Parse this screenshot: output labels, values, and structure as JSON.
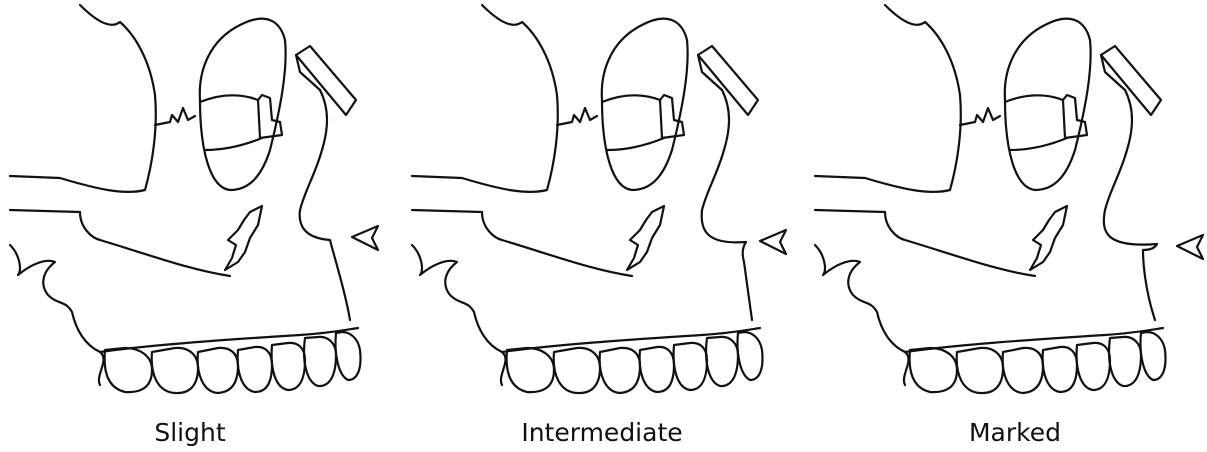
{
  "panels": [
    {
      "label": "Slight"
    },
    {
      "label": "Intermediate"
    },
    {
      "label": "Marked"
    }
  ],
  "colors": {
    "line": "#111111",
    "marker": "#8a8a8a",
    "background": "#ffffff"
  },
  "icons": {
    "marker": "arrowhead-pointing-left"
  }
}
